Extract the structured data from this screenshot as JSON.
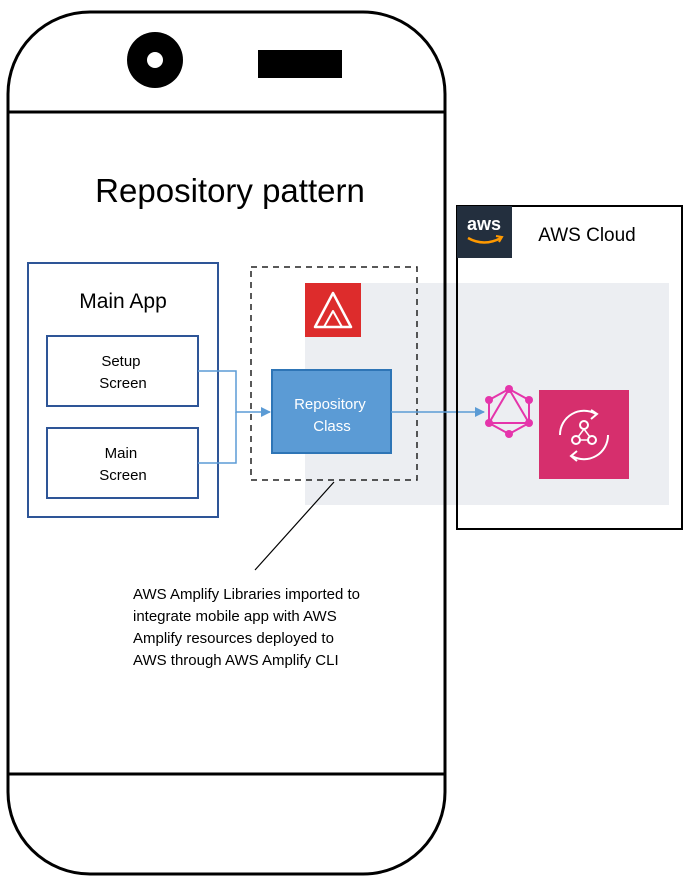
{
  "title": "Repository pattern",
  "main_app": {
    "label": "Main App",
    "setup_screen": [
      "Setup",
      "Screen"
    ],
    "main_screen": [
      "Main",
      "Screen"
    ]
  },
  "repository_class": [
    "Repository",
    "Class"
  ],
  "aws_cloud": {
    "logo_text": "aws",
    "label": "AWS Cloud"
  },
  "annotation": [
    "AWS Amplify Libraries imported to",
    "integrate mobile app with AWS",
    "Amplify resources deployed to",
    "AWS through AWS Amplify CLI"
  ],
  "colors": {
    "repository_fill": "#5b9bd5",
    "repository_border": "#2e75b6",
    "main_app_border": "#2e5597",
    "connector": "#5b9bd5",
    "shaded_region": "#eceef2",
    "amplify_icon": "#dd2c2c",
    "graphql_icon": "#e535ab",
    "appsync_icon": "#d62f6d",
    "aws_badge": "#232f3e"
  },
  "icons": {
    "amplify": "aws-amplify-icon",
    "graphql": "graphql-icon",
    "appsync": "aws-appsync-icon"
  }
}
